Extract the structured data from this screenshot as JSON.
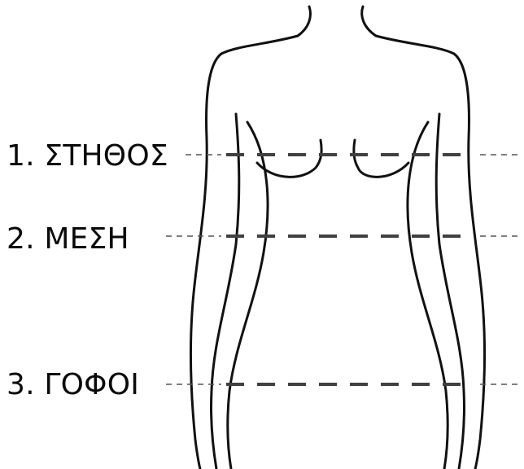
{
  "measurements": [
    {
      "label": "1. ΣΤΗΘΟΣ"
    },
    {
      "label": "2. ΜΕΣΗ"
    },
    {
      "label": "3. ΓΟΦΟΙ"
    }
  ],
  "colors": {
    "outline": "#111111",
    "guide_dash": "#404040",
    "text": "#0a0a0a"
  }
}
